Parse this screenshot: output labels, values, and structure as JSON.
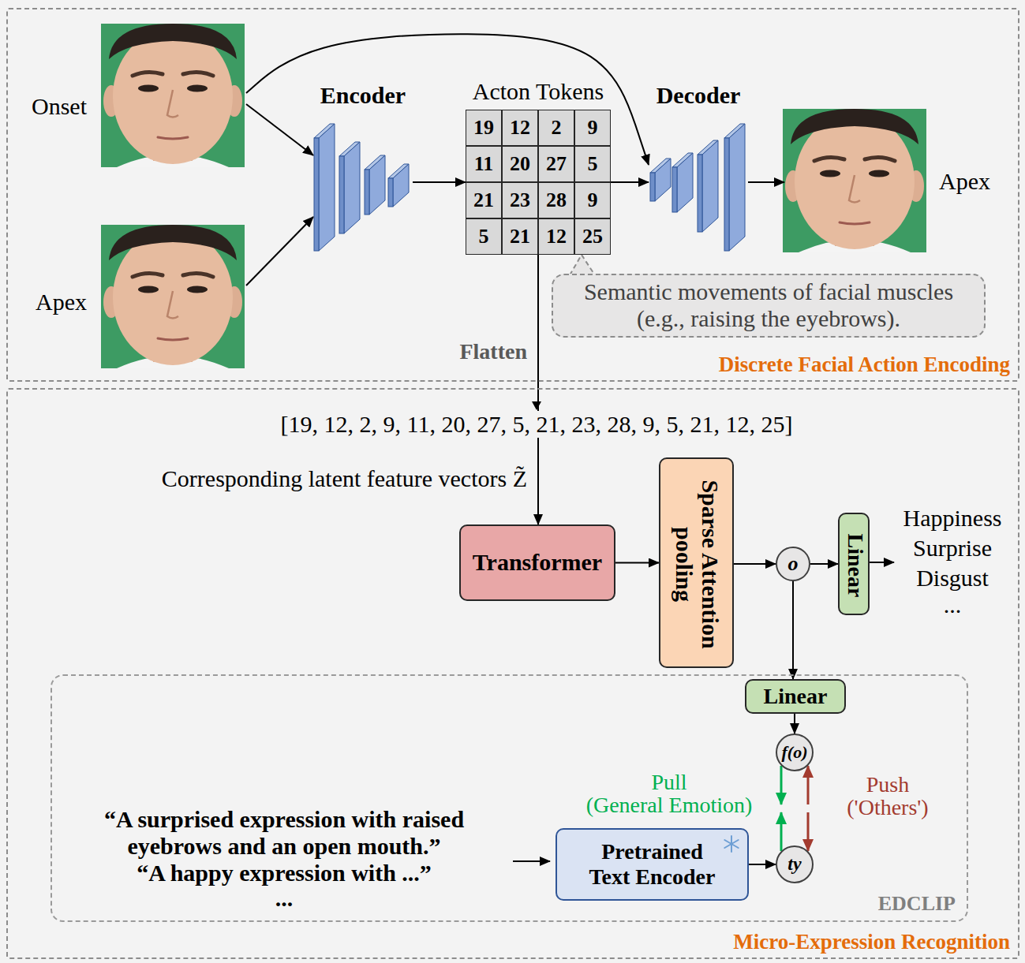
{
  "diagram": {
    "nodes": [
      {
        "text": [
          "Discrete Facial Action Encoding"
        ]
      },
      {
        "text": [
          "Onset"
        ],
        "in": 0
      },
      {
        "text": [
          "Apex"
        ],
        "in": 0
      },
      {
        "text": [
          "Encoder"
        ],
        "in": 0
      },
      {
        "text": [
          "Acton Tokens"
        ],
        "in": 0
      },
      {
        "text": [
          "19"
        ],
        "in": 4
      },
      {
        "text": [
          "12"
        ],
        "in": 4
      },
      {
        "text": [
          "2"
        ],
        "in": 4
      },
      {
        "text": [
          "9"
        ],
        "in": 4
      },
      {
        "text": [
          "11"
        ],
        "in": 4
      },
      {
        "text": [
          "20"
        ],
        "in": 4
      },
      {
        "text": [
          "27"
        ],
        "in": 4
      },
      {
        "text": [
          "5"
        ],
        "in": 4
      },
      {
        "text": [
          "21"
        ],
        "in": 4
      },
      {
        "text": [
          "23"
        ],
        "in": 4
      },
      {
        "text": [
          "28"
        ],
        "in": 4
      },
      {
        "text": [
          "9"
        ],
        "in": 4
      },
      {
        "text": [
          "5"
        ],
        "in": 4
      },
      {
        "text": [
          "21"
        ],
        "in": 4
      },
      {
        "text": [
          "12"
        ],
        "in": 4
      },
      {
        "text": [
          "25"
        ],
        "in": 4
      },
      {
        "text": [
          "Decoder"
        ],
        "in": 0
      },
      {
        "text": [
          "Apex"
        ],
        "in": 0
      },
      {
        "text": [
          "Semantic movements of facial muscles (e.g., raising the eyebrows)."
        ],
        "in": 0
      },
      {
        "text": [
          "Micro-Expression Recognition"
        ]
      },
      {
        "text": [
          "Transformer"
        ],
        "in": 24
      },
      {
        "text": [
          "Sparse Attention pooling"
        ],
        "in": 24
      },
      {
        "text": [
          "o"
        ],
        "in": 24
      },
      {
        "text": [
          "Linear"
        ],
        "in": 24
      },
      {
        "text": [
          "EDCLIP"
        ],
        "in": 24
      },
      {
        "text": [
          "Linear"
        ],
        "in": 29
      },
      {
        "text": [
          "f(o)"
        ],
        "in": 29
      },
      {
        "text": [
          "Pretrained Text Encoder"
        ],
        "in": 29
      },
      {
        "text": [
          "ty"
        ],
        "in": 29
      }
    ],
    "edges": [
      {
        "from": 1,
        "to": 3,
        "arrow": "to"
      },
      {
        "from": 2,
        "to": 3,
        "arrow": "to"
      },
      {
        "from": 1,
        "to": 21,
        "arrow": "to"
      },
      {
        "from": 3,
        "to": 4,
        "arrow": "to"
      },
      {
        "from": 4,
        "to": 21,
        "arrow": "to"
      },
      {
        "from": 21,
        "to": 22,
        "arrow": "to"
      },
      {
        "from": 4,
        "to": 25,
        "label": "Flatten",
        "arrow": "to"
      },
      {
        "from": 25,
        "to": 26,
        "arrow": "to"
      },
      {
        "from": 26,
        "to": 27,
        "arrow": "to"
      },
      {
        "from": 27,
        "to": 28,
        "arrow": "to"
      },
      {
        "from": 27,
        "to": 30,
        "arrow": "to"
      },
      {
        "from": 30,
        "to": 31,
        "arrow": "to"
      },
      {
        "from": 31,
        "to": 33,
        "label": "Pull",
        "arrow": "both"
      },
      {
        "from": 31,
        "to": 33,
        "label": "Push",
        "arrow": "both"
      },
      {
        "from": 32,
        "to": 33,
        "arrow": "to"
      }
    ],
    "labels": [
      "[19, 12, 2, 9, 11, 20, 27, 5, 21, 23, 28, 9, 5, 21, 12, 25]",
      "Corresponding latent feature vectors Z̃",
      "Happiness",
      "Surprise",
      "Disgust",
      "...",
      "(General Emotion)",
      "('Others')",
      "“A surprised expression with raised eyebrows and an open mouth.”",
      "“A happy expression with ...”",
      "..."
    ]
  }
}
